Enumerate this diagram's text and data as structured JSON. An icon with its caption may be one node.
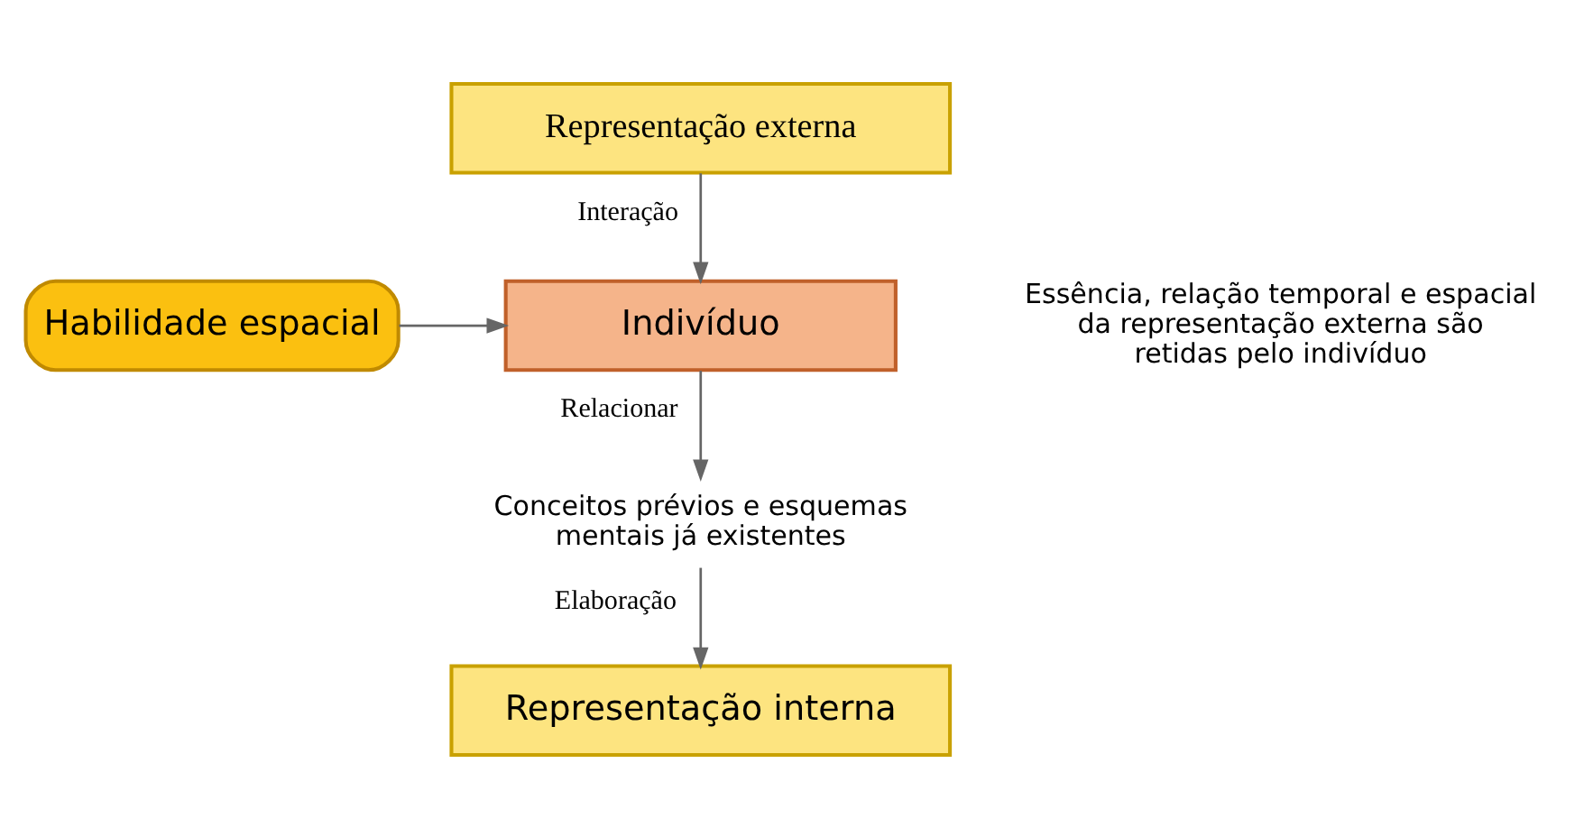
{
  "diagram": {
    "nodes": [
      {
        "text": [
          "Representação externa"
        ]
      },
      {
        "text": [
          "Habilidade espacial"
        ]
      },
      {
        "text": [
          "Indivíduo"
        ]
      },
      {
        "text": [
          "Conceitos prévios e esquemas mentais já existentes"
        ]
      },
      {
        "text": [
          "Representação interna"
        ]
      }
    ],
    "edges": [
      {
        "from": 0,
        "to": 2,
        "arrow": "to",
        "label": "Interação"
      },
      {
        "from": 1,
        "to": 2,
        "arrow": "to"
      },
      {
        "from": 2,
        "to": 3,
        "arrow": "to",
        "label": "Relacionar"
      },
      {
        "from": 3,
        "to": 4,
        "arrow": "to",
        "label": "Elaboração"
      }
    ],
    "labels": [
      "Essência, relação temporal e espacial da representação externa são retidas pelo indivíduo"
    ]
  }
}
